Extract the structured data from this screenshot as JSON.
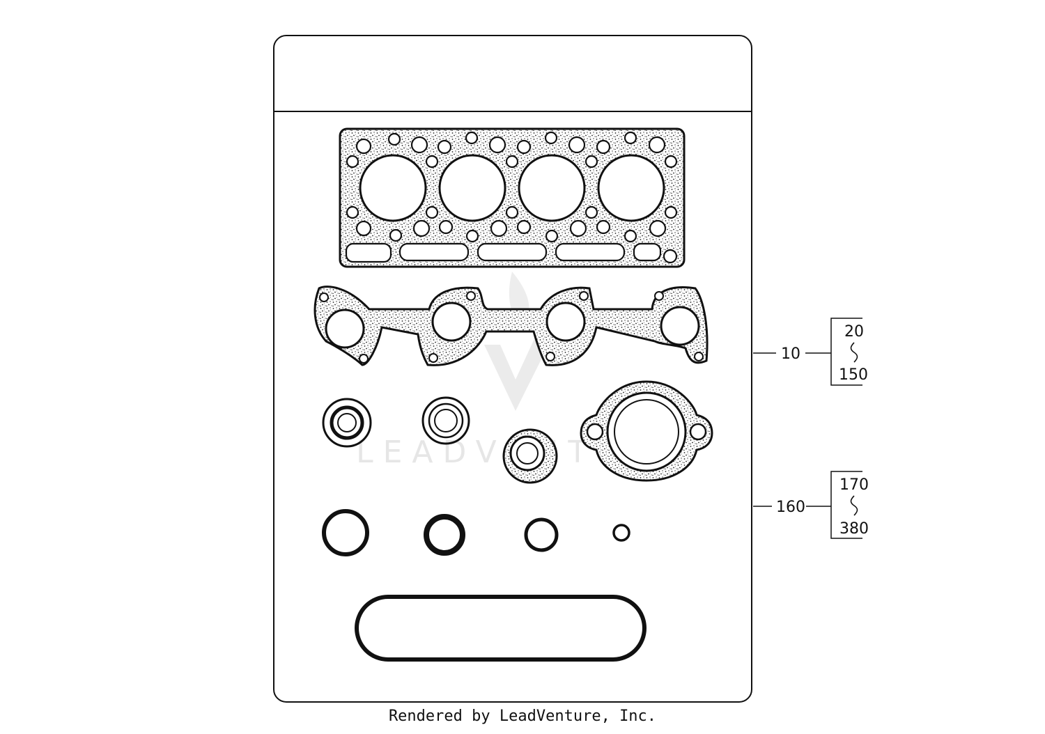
{
  "diagram": {
    "callouts": [
      {
        "label": "10",
        "range_from": "20",
        "range_to": "150"
      },
      {
        "label": "160",
        "range_from": "170",
        "range_to": "380"
      }
    ],
    "watermark": "LEADVENTURE",
    "watermark_logo": "leadventure-logo-icon"
  },
  "footer": {
    "text": "Rendered by LeadVenture, Inc."
  },
  "colors": {
    "line": "#111111",
    "watermark": "#e6e6e6"
  }
}
